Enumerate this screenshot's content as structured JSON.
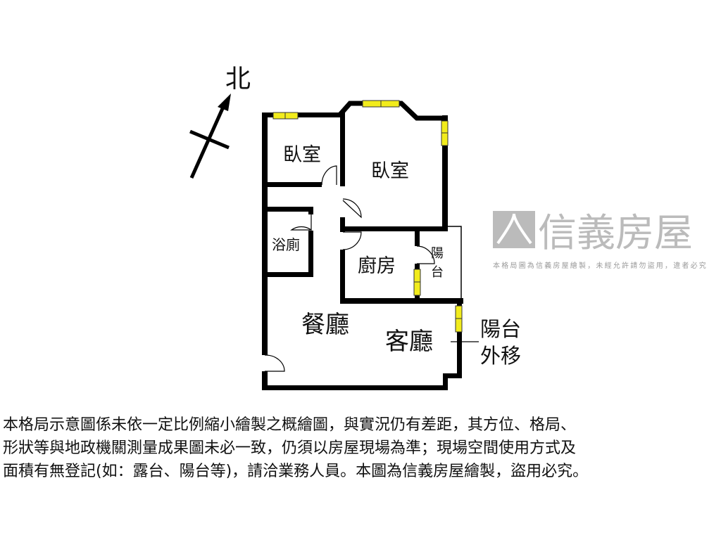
{
  "compass": {
    "label": "北"
  },
  "rooms": {
    "bedroom_small": "臥室",
    "bedroom_large": "臥室",
    "bathroom": "浴廁",
    "kitchen": "廚房",
    "balcony_small_1": "陽",
    "balcony_small_2": "台",
    "dining": "餐廳",
    "living": "客廳",
    "balcony_note_1": "陽台",
    "balcony_note_2": "外移"
  },
  "watermark": {
    "logo_text": "信義房屋",
    "notice": "本格局圖為信義房屋繪製，未經允許請勿盜用，違者必究"
  },
  "colors": {
    "wall": "#000000",
    "window": "#f2ec1c",
    "watermark": "#9a9a9a"
  },
  "disclaimer": {
    "line1": "本格局示意圖係未依一定比例縮小繪製之概繪圖，與實況仍有差距，其方位、格局、",
    "line2": "形狀等與地政機關測量成果圖未必一致，仍須以房屋現場為準；現場空間使用方式及",
    "line3": "面積有無登記(如：露台、陽台等)，請洽業務人員。本圖為信義房屋繪製，盜用必究。"
  }
}
